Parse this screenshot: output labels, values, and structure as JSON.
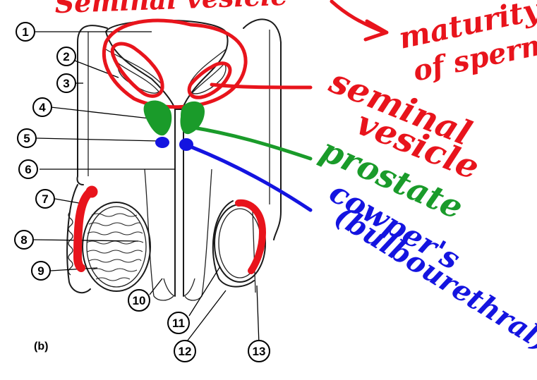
{
  "diagram": {
    "callouts": [
      {
        "num": "1"
      },
      {
        "num": "2"
      },
      {
        "num": "3"
      },
      {
        "num": "4"
      },
      {
        "num": "5"
      },
      {
        "num": "6"
      },
      {
        "num": "7"
      },
      {
        "num": "8"
      },
      {
        "num": "9"
      },
      {
        "num": "10"
      },
      {
        "num": "11"
      },
      {
        "num": "12"
      },
      {
        "num": "13"
      }
    ],
    "panel_label": "(b)"
  },
  "annotations": {
    "top_cut_text": "Seminal vesicle",
    "maturity_line1": "maturity",
    "maturity_line2": "of sperm",
    "seminal_line1": "seminal",
    "seminal_line2": "vesicle",
    "prostate": "prostate",
    "cowpers_line1": "cowper's",
    "cowpers_line2": "(bulbourethral)",
    "colors": {
      "red": "#e8141c",
      "green": "#1a9b2a",
      "blue": "#1414e0"
    }
  }
}
